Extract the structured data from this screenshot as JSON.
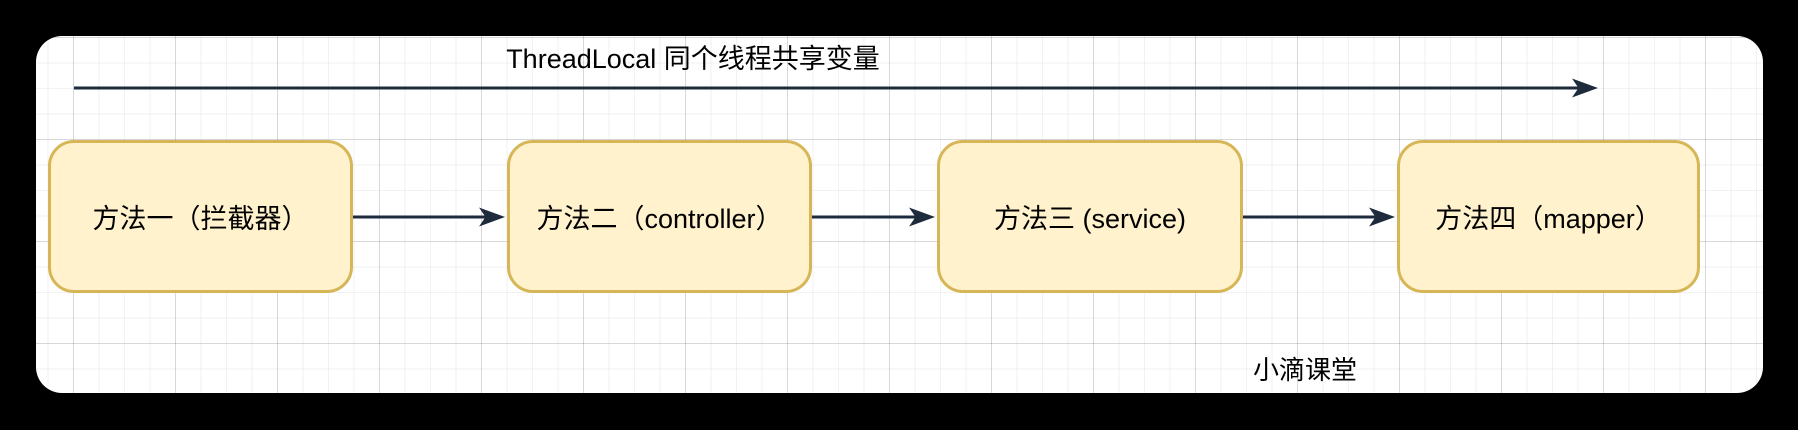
{
  "diagram": {
    "title": "ThreadLocal 同个线程共享变量",
    "watermark": "小滴课堂",
    "nodes": [
      {
        "label": "方法一（拦截器）"
      },
      {
        "label": "方法二（controller）"
      },
      {
        "label": "方法三 (service)"
      },
      {
        "label": "方法四（mapper）"
      }
    ],
    "colors": {
      "node_fill": "#FFF2CC",
      "node_border": "#D6B656",
      "arrow": "#1D2B3D",
      "text": "#000000",
      "canvas_bg": "#FFFFFF",
      "page_bg": "#000000"
    }
  }
}
